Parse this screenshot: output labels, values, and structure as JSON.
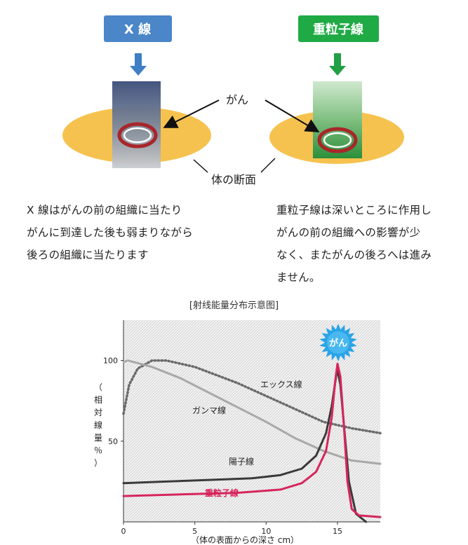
{
  "diagram": {
    "xray_label": "X 線",
    "heavy_label": "重粒子線",
    "cancer_label": "がん",
    "cross_section_label": "体の断面",
    "colors": {
      "xray_box": "#4a86c8",
      "heavy_box": "#1faa45",
      "body_ellipse": "#f6c24f",
      "tumor_ring": "#a8262a"
    }
  },
  "text": {
    "xray_description": "X 線はがんの前の組織に当たり\nがんに到達した後も弱まりながら\n後ろの組織に当たります",
    "heavy_description": "重粒子線は深いところに作用し\nがんの前の組織への影響が少\nなく、またがんの後ろへは進み\nません。"
  },
  "chart_caption": "[射线能量分布示意图]",
  "chart_data": {
    "type": "line",
    "ylabel": "（相対線量％）",
    "xlabel": "（体の表面からの深さ cm）",
    "xlim": [
      0,
      18
    ],
    "ylim": [
      0,
      125
    ],
    "x_ticks": [
      "0",
      "5",
      "10",
      "15"
    ],
    "y_ticks": [
      "50",
      "100"
    ],
    "badge": "がん",
    "series": [
      {
        "name": "エックス線",
        "color": "#6a6a6a",
        "style": "dotted",
        "points": [
          [
            0,
            67
          ],
          [
            0.4,
            85
          ],
          [
            1,
            95
          ],
          [
            2,
            100
          ],
          [
            3,
            100
          ],
          [
            5,
            96
          ],
          [
            8,
            86
          ],
          [
            10,
            78
          ],
          [
            12,
            70
          ],
          [
            14,
            62
          ],
          [
            16,
            58
          ],
          [
            18,
            55
          ]
        ]
      },
      {
        "name": "ガンマ線",
        "color": "#a8a8a8",
        "style": "solid",
        "points": [
          [
            0,
            99
          ],
          [
            0.3,
            100
          ],
          [
            2,
            96
          ],
          [
            4,
            89
          ],
          [
            6,
            80
          ],
          [
            8,
            71
          ],
          [
            10,
            62
          ],
          [
            12,
            52
          ],
          [
            14,
            44
          ],
          [
            16,
            38
          ],
          [
            18,
            36
          ]
        ]
      },
      {
        "name": "陽子線",
        "color": "#3a3a3a",
        "style": "solid",
        "points": [
          [
            0,
            24
          ],
          [
            3,
            25
          ],
          [
            6,
            26
          ],
          [
            9,
            27
          ],
          [
            11,
            29
          ],
          [
            12.5,
            33
          ],
          [
            13.5,
            41
          ],
          [
            14.2,
            55
          ],
          [
            14.6,
            72
          ],
          [
            14.9,
            90
          ],
          [
            15,
            94
          ],
          [
            15.2,
            85
          ],
          [
            15.5,
            55
          ],
          [
            15.8,
            25
          ],
          [
            16.3,
            5
          ],
          [
            17,
            0
          ]
        ]
      },
      {
        "name": "重粒子線",
        "color": "#d6265c",
        "style": "solid",
        "points": [
          [
            0,
            16
          ],
          [
            4,
            17
          ],
          [
            8,
            18
          ],
          [
            11,
            20
          ],
          [
            12.5,
            24
          ],
          [
            13.5,
            31
          ],
          [
            14.2,
            44
          ],
          [
            14.6,
            65
          ],
          [
            14.85,
            88
          ],
          [
            15,
            98
          ],
          [
            15.2,
            90
          ],
          [
            15.45,
            60
          ],
          [
            15.7,
            25
          ],
          [
            16,
            8
          ],
          [
            16.5,
            4
          ],
          [
            18,
            3
          ]
        ]
      }
    ]
  }
}
